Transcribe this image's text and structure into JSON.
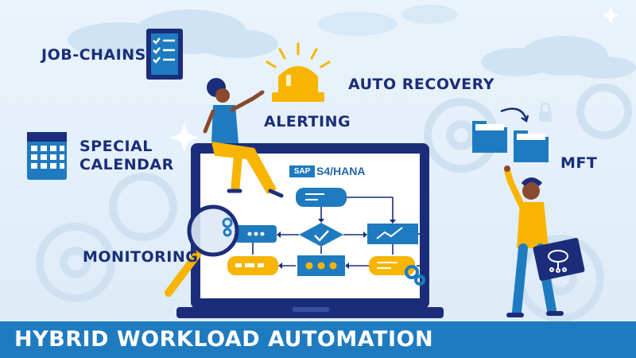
{
  "labels": {
    "job_chains": "JOB-CHAINS",
    "alerting": "ALERTING",
    "auto_recovery": "AUTO RECOVERY",
    "special": "SPECIAL",
    "calendar": "CALENDAR",
    "mft": "MFT",
    "monitoring": "MONITORING"
  },
  "screen": {
    "sap_logo": "SAP",
    "sap_product": "S4/HANA"
  },
  "footer": {
    "title": "HYBRID WORKLOAD AUTOMATION"
  },
  "colors": {
    "navy": "#1b2d7a",
    "blue": "#1f7bc0",
    "yellow": "#f7b500",
    "background": "#e3eff9"
  }
}
